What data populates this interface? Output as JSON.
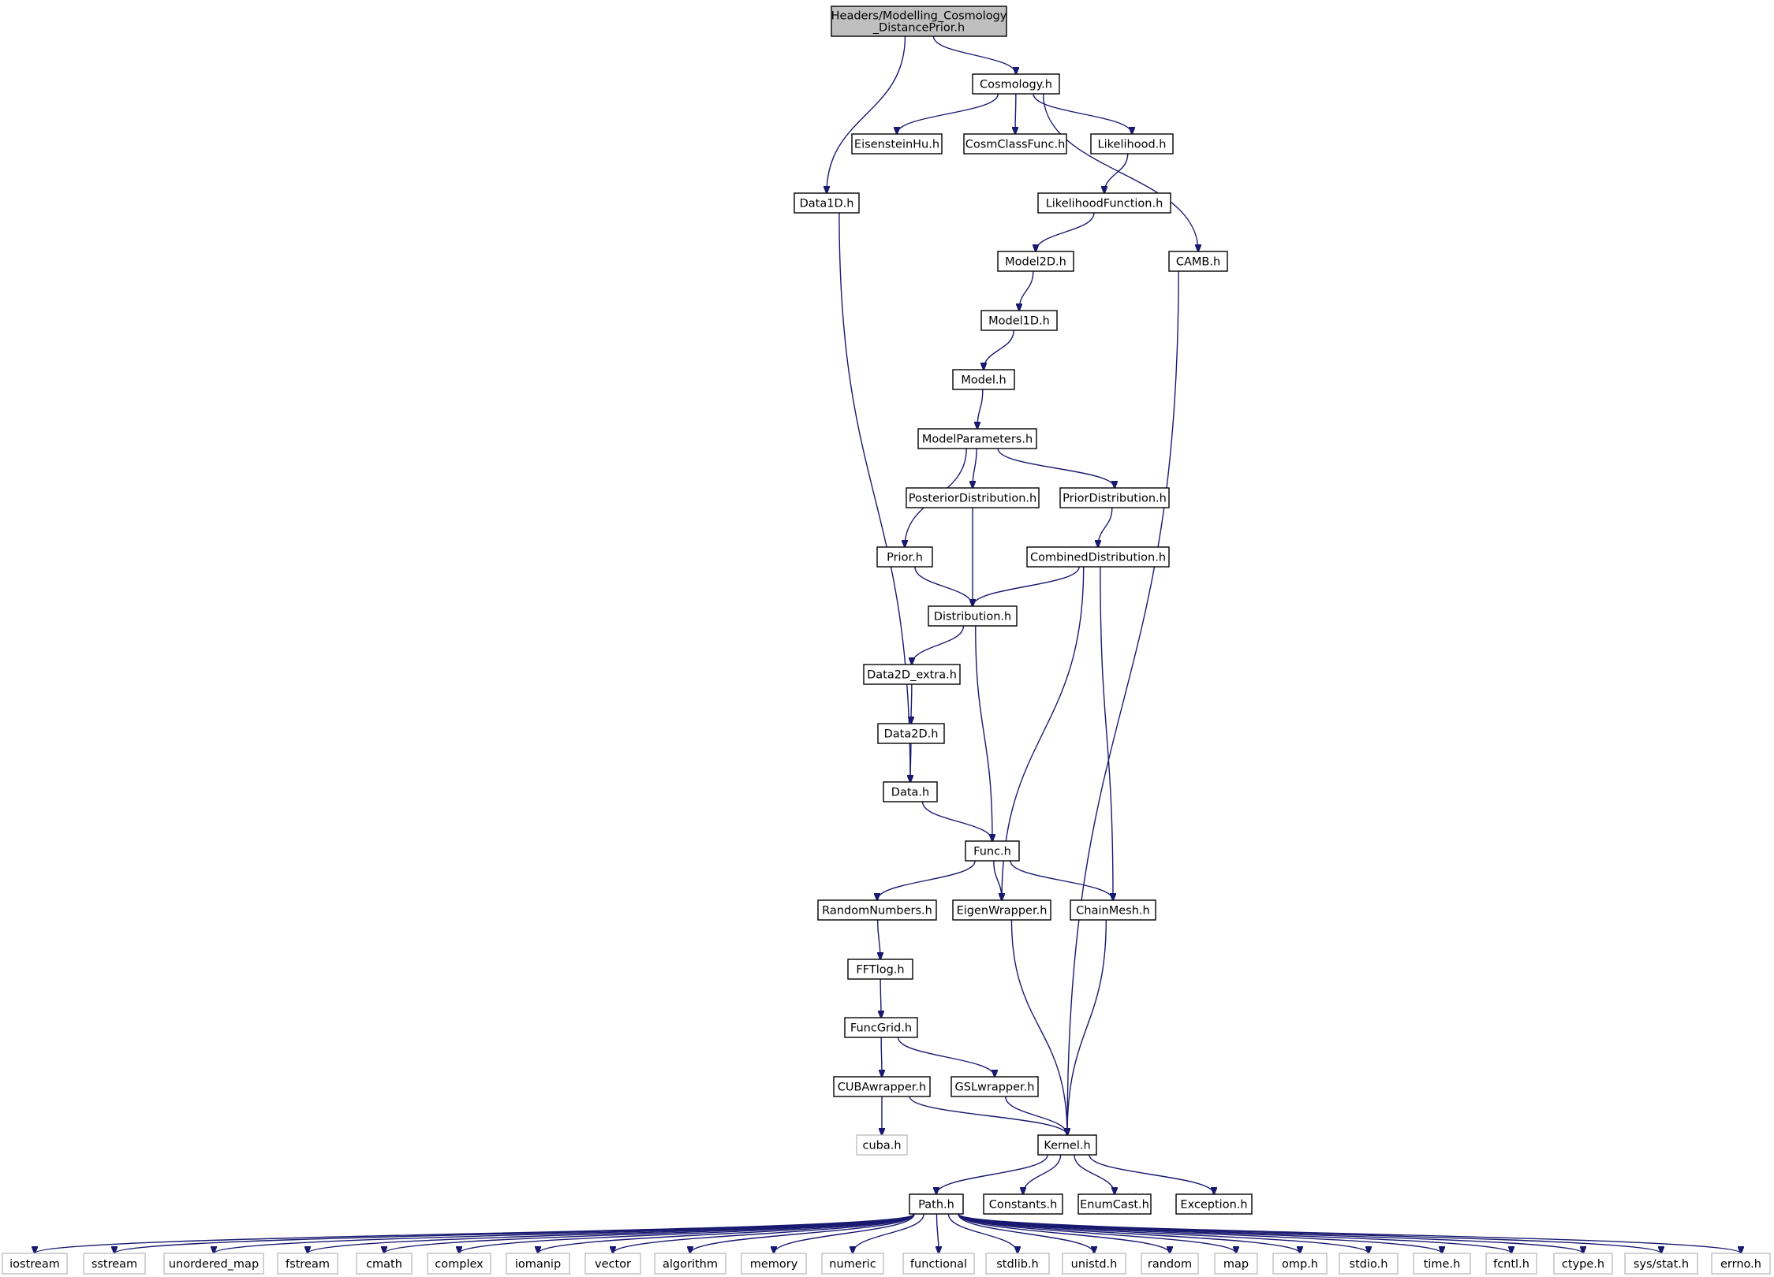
{
  "graph": {
    "title": "Headers/Modelling_Cosmology_DistancePrior.h",
    "nodes": [
      {
        "id": "root",
        "lines": [
          "Headers/Modelling_Cosmology",
          "_DistancePrior.h"
        ],
        "kind": "root"
      },
      {
        "id": "cosmology",
        "lines": [
          "Cosmology.h"
        ],
        "kind": "doc"
      },
      {
        "id": "eisensteinhu",
        "lines": [
          "EisensteinHu.h"
        ],
        "kind": "doc"
      },
      {
        "id": "cosmclassfunc",
        "lines": [
          "CosmClassFunc.h"
        ],
        "kind": "doc"
      },
      {
        "id": "likelihood",
        "lines": [
          "Likelihood.h"
        ],
        "kind": "doc"
      },
      {
        "id": "data1d",
        "lines": [
          "Data1D.h"
        ],
        "kind": "doc"
      },
      {
        "id": "likelihoodfunction",
        "lines": [
          "LikelihoodFunction.h"
        ],
        "kind": "doc"
      },
      {
        "id": "model2d",
        "lines": [
          "Model2D.h"
        ],
        "kind": "doc"
      },
      {
        "id": "camb",
        "lines": [
          "CAMB.h"
        ],
        "kind": "doc"
      },
      {
        "id": "model1d",
        "lines": [
          "Model1D.h"
        ],
        "kind": "doc"
      },
      {
        "id": "model",
        "lines": [
          "Model.h"
        ],
        "kind": "doc"
      },
      {
        "id": "modelparameters",
        "lines": [
          "ModelParameters.h"
        ],
        "kind": "doc"
      },
      {
        "id": "posteriordistribution",
        "lines": [
          "PosteriorDistribution.h"
        ],
        "kind": "doc"
      },
      {
        "id": "priordistribution",
        "lines": [
          "PriorDistribution.h"
        ],
        "kind": "doc"
      },
      {
        "id": "prior",
        "lines": [
          "Prior.h"
        ],
        "kind": "doc"
      },
      {
        "id": "combineddistribution",
        "lines": [
          "CombinedDistribution.h"
        ],
        "kind": "doc"
      },
      {
        "id": "distribution",
        "lines": [
          "Distribution.h"
        ],
        "kind": "doc"
      },
      {
        "id": "data2d_extra",
        "lines": [
          "Data2D_extra.h"
        ],
        "kind": "doc"
      },
      {
        "id": "data2d",
        "lines": [
          "Data2D.h"
        ],
        "kind": "doc"
      },
      {
        "id": "data",
        "lines": [
          "Data.h"
        ],
        "kind": "doc"
      },
      {
        "id": "func",
        "lines": [
          "Func.h"
        ],
        "kind": "doc"
      },
      {
        "id": "randomnumbers",
        "lines": [
          "RandomNumbers.h"
        ],
        "kind": "doc"
      },
      {
        "id": "eigenwrapper",
        "lines": [
          "EigenWrapper.h"
        ],
        "kind": "doc"
      },
      {
        "id": "chainmesh",
        "lines": [
          "ChainMesh.h"
        ],
        "kind": "doc"
      },
      {
        "id": "fftlog",
        "lines": [
          "FFTlog.h"
        ],
        "kind": "doc"
      },
      {
        "id": "funcgrid",
        "lines": [
          "FuncGrid.h"
        ],
        "kind": "doc"
      },
      {
        "id": "cubawrapper",
        "lines": [
          "CUBAwrapper.h"
        ],
        "kind": "doc"
      },
      {
        "id": "gslwrapper",
        "lines": [
          "GSLwrapper.h"
        ],
        "kind": "doc"
      },
      {
        "id": "cuba",
        "lines": [
          "cuba.h"
        ],
        "kind": "ext"
      },
      {
        "id": "kernel",
        "lines": [
          "Kernel.h"
        ],
        "kind": "doc"
      },
      {
        "id": "path",
        "lines": [
          "Path.h"
        ],
        "kind": "doc"
      },
      {
        "id": "constants",
        "lines": [
          "Constants.h"
        ],
        "kind": "doc"
      },
      {
        "id": "enumcast",
        "lines": [
          "EnumCast.h"
        ],
        "kind": "doc"
      },
      {
        "id": "exception",
        "lines": [
          "Exception.h"
        ],
        "kind": "doc"
      },
      {
        "id": "iostream",
        "lines": [
          "iostream"
        ],
        "kind": "ext"
      },
      {
        "id": "sstream",
        "lines": [
          "sstream"
        ],
        "kind": "ext"
      },
      {
        "id": "unordered_map",
        "lines": [
          "unordered_map"
        ],
        "kind": "ext"
      },
      {
        "id": "fstream",
        "lines": [
          "fstream"
        ],
        "kind": "ext"
      },
      {
        "id": "cmath",
        "lines": [
          "cmath"
        ],
        "kind": "ext"
      },
      {
        "id": "complex",
        "lines": [
          "complex"
        ],
        "kind": "ext"
      },
      {
        "id": "iomanip",
        "lines": [
          "iomanip"
        ],
        "kind": "ext"
      },
      {
        "id": "vector",
        "lines": [
          "vector"
        ],
        "kind": "ext"
      },
      {
        "id": "algorithm",
        "lines": [
          "algorithm"
        ],
        "kind": "ext"
      },
      {
        "id": "memory",
        "lines": [
          "memory"
        ],
        "kind": "ext"
      },
      {
        "id": "numeric",
        "lines": [
          "numeric"
        ],
        "kind": "ext"
      },
      {
        "id": "functional",
        "lines": [
          "functional"
        ],
        "kind": "ext"
      },
      {
        "id": "stdlib",
        "lines": [
          "stdlib.h"
        ],
        "kind": "ext"
      },
      {
        "id": "unistd",
        "lines": [
          "unistd.h"
        ],
        "kind": "ext"
      },
      {
        "id": "random",
        "lines": [
          "random"
        ],
        "kind": "ext"
      },
      {
        "id": "map",
        "lines": [
          "map"
        ],
        "kind": "ext"
      },
      {
        "id": "omp",
        "lines": [
          "omp.h"
        ],
        "kind": "ext"
      },
      {
        "id": "stdio",
        "lines": [
          "stdio.h"
        ],
        "kind": "ext"
      },
      {
        "id": "time",
        "lines": [
          "time.h"
        ],
        "kind": "ext"
      },
      {
        "id": "fcntl",
        "lines": [
          "fcntl.h"
        ],
        "kind": "ext"
      },
      {
        "id": "ctype",
        "lines": [
          "ctype.h"
        ],
        "kind": "ext"
      },
      {
        "id": "sysstat",
        "lines": [
          "sys/stat.h"
        ],
        "kind": "ext"
      },
      {
        "id": "errno",
        "lines": [
          "errno.h"
        ],
        "kind": "ext"
      }
    ],
    "edges": [
      [
        "root",
        "cosmology"
      ],
      [
        "root",
        "data1d"
      ],
      [
        "cosmology",
        "eisensteinhu"
      ],
      [
        "cosmology",
        "cosmclassfunc"
      ],
      [
        "cosmology",
        "likelihood"
      ],
      [
        "cosmology",
        "camb"
      ],
      [
        "likelihood",
        "likelihoodfunction"
      ],
      [
        "likelihoodfunction",
        "model2d"
      ],
      [
        "model2d",
        "model1d"
      ],
      [
        "model1d",
        "model"
      ],
      [
        "model",
        "modelparameters"
      ],
      [
        "modelparameters",
        "prior"
      ],
      [
        "modelparameters",
        "posteriordistribution"
      ],
      [
        "modelparameters",
        "priordistribution"
      ],
      [
        "priordistribution",
        "combineddistribution"
      ],
      [
        "prior",
        "distribution"
      ],
      [
        "posteriordistribution",
        "distribution"
      ],
      [
        "combineddistribution",
        "distribution"
      ],
      [
        "combineddistribution",
        "eigenwrapper"
      ],
      [
        "combineddistribution",
        "chainmesh"
      ],
      [
        "distribution",
        "data2d_extra"
      ],
      [
        "distribution",
        "func"
      ],
      [
        "data2d_extra",
        "data2d"
      ],
      [
        "data2d",
        "data"
      ],
      [
        "data1d",
        "data"
      ],
      [
        "data",
        "func"
      ],
      [
        "func",
        "randomnumbers"
      ],
      [
        "func",
        "eigenwrapper"
      ],
      [
        "func",
        "chainmesh"
      ],
      [
        "randomnumbers",
        "fftlog"
      ],
      [
        "fftlog",
        "funcgrid"
      ],
      [
        "funcgrid",
        "cubawrapper"
      ],
      [
        "funcgrid",
        "gslwrapper"
      ],
      [
        "cubawrapper",
        "cuba"
      ],
      [
        "cubawrapper",
        "kernel"
      ],
      [
        "gslwrapper",
        "kernel"
      ],
      [
        "eigenwrapper",
        "kernel"
      ],
      [
        "chainmesh",
        "kernel"
      ],
      [
        "camb",
        "kernel"
      ],
      [
        "kernel",
        "path"
      ],
      [
        "kernel",
        "constants"
      ],
      [
        "kernel",
        "enumcast"
      ],
      [
        "kernel",
        "exception"
      ],
      [
        "path",
        "iostream"
      ],
      [
        "path",
        "sstream"
      ],
      [
        "path",
        "unordered_map"
      ],
      [
        "path",
        "fstream"
      ],
      [
        "path",
        "cmath"
      ],
      [
        "path",
        "complex"
      ],
      [
        "path",
        "iomanip"
      ],
      [
        "path",
        "vector"
      ],
      [
        "path",
        "algorithm"
      ],
      [
        "path",
        "memory"
      ],
      [
        "path",
        "numeric"
      ],
      [
        "path",
        "functional"
      ],
      [
        "path",
        "stdlib"
      ],
      [
        "path",
        "unistd"
      ],
      [
        "path",
        "random"
      ],
      [
        "path",
        "map"
      ],
      [
        "path",
        "omp"
      ],
      [
        "path",
        "stdio"
      ],
      [
        "path",
        "time"
      ],
      [
        "path",
        "fcntl"
      ],
      [
        "path",
        "ctype"
      ],
      [
        "path",
        "sysstat"
      ],
      [
        "path",
        "errno"
      ]
    ]
  }
}
